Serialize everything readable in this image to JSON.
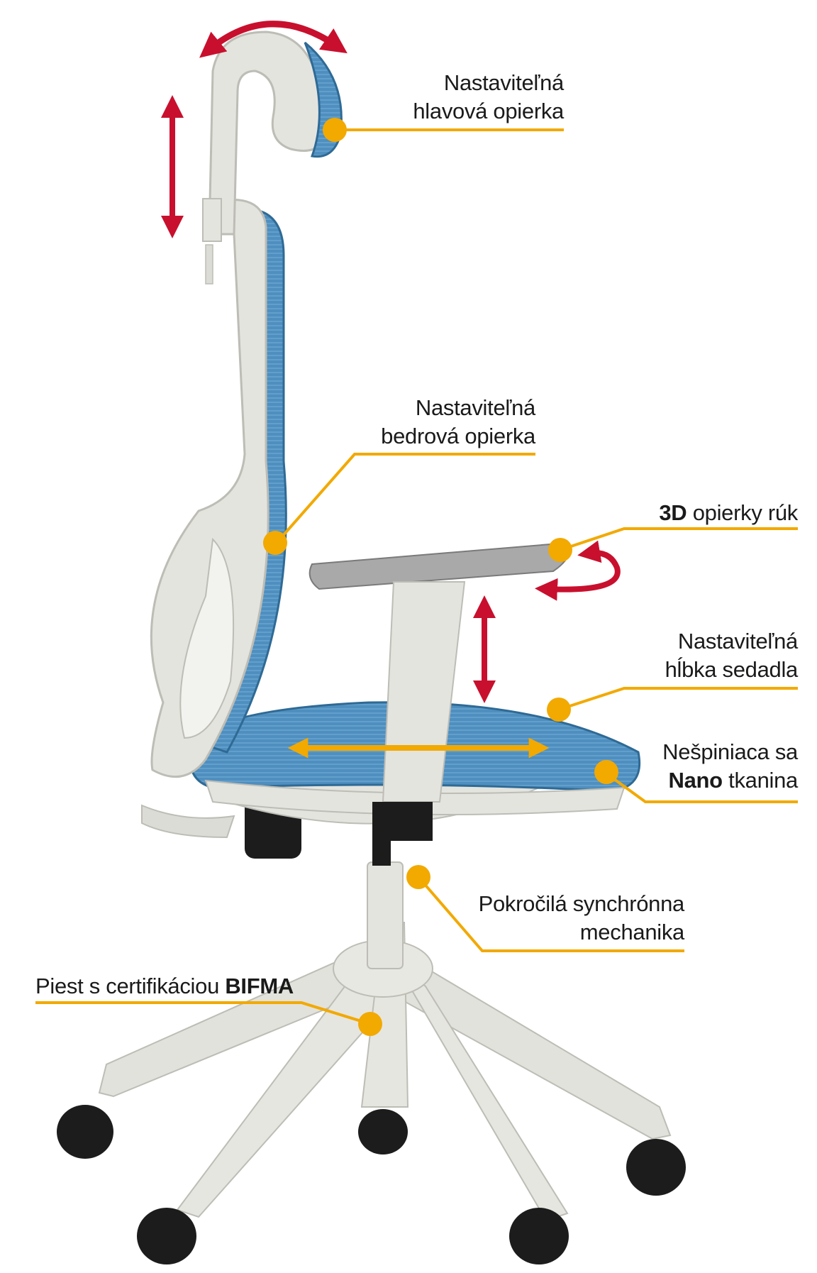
{
  "colors": {
    "callout": "#f2a900",
    "arrow": "#c8102e",
    "mesh": "#4f8fbf",
    "frame": "#e4e4df",
    "dark": "#1c1c1c"
  },
  "callouts": {
    "headrest": {
      "line1": "Nastaviteľná",
      "line2": "hlavová opierka"
    },
    "lumbar": {
      "line1": "Nastaviteľná",
      "line2": "bedrová opierka"
    },
    "armrests": {
      "bold": "3D",
      "rest": " opierky rúk"
    },
    "seat_depth": {
      "line1": "Nastaviteľná",
      "line2": "hĺbka sedadla"
    },
    "fabric": {
      "line1": "Nešpiniaca sa",
      "bold": "Nano",
      "rest": " tkanina"
    },
    "mechanism": {
      "line1": "Pokročilá synchrónna",
      "line2": "mechanika"
    },
    "piston": {
      "text": "Piest s certifikáciou ",
      "bold": "BIFMA"
    }
  },
  "icons": [
    "rotate-arrow-icon",
    "vertical-double-arrow-icon",
    "horizontal-double-arrow-icon",
    "callout-dot-icon"
  ]
}
